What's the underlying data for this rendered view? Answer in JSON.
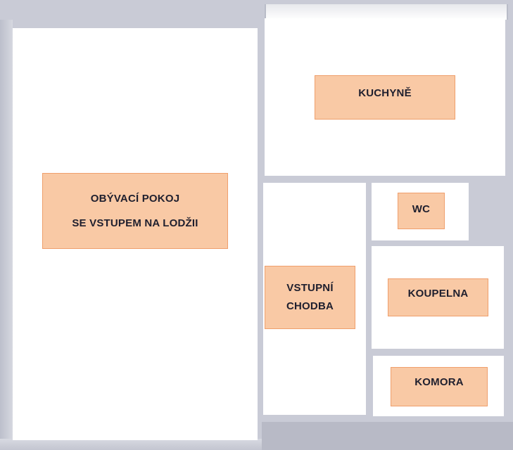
{
  "rooms": {
    "living": {
      "line1": "OBÝVACÍ POKOJ",
      "line2": "SE VSTUPEM NA LODŽII"
    },
    "kitchen": {
      "label": "KUCHYNĚ"
    },
    "wc": {
      "label": "WC"
    },
    "hall": {
      "line1": "VSTUPNÍ",
      "line2": "CHODBA"
    },
    "bathroom": {
      "label": "KOUPELNA"
    },
    "pantry": {
      "label": "KOMORA"
    }
  },
  "colors": {
    "label_fill": "#f9c9a5",
    "label_border": "#ef9f6c",
    "room_fill": "#ffffff",
    "wall": "#c9cbd6"
  }
}
